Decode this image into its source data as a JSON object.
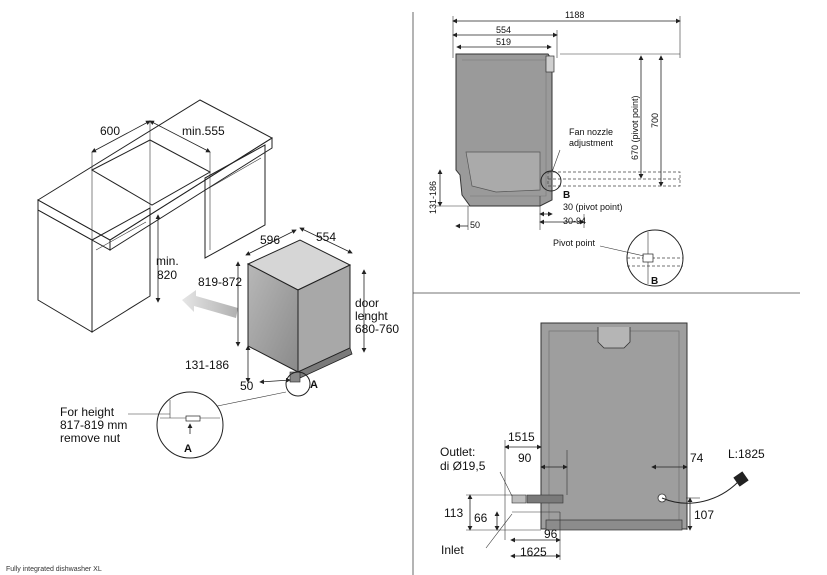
{
  "left": {
    "d600": "600",
    "dmin555": "min.555",
    "dmin": "min.",
    "d820": "820",
    "d596": "596",
    "d554": "554",
    "d819": "819-872",
    "door1": "door",
    "door2": "lenght",
    "door3": "680-760",
    "d131": "131-186",
    "d50": "50",
    "markA": "A",
    "note1": "For height",
    "note2": "817-819 mm",
    "note3": "remove nut",
    "detailA": "A"
  },
  "side": {
    "d1188": "1188",
    "d554": "554",
    "d519": "519",
    "d670": "670 (pivot point)",
    "d700": "700",
    "fan1": "Fan nozzle",
    "fan2": "adjustment",
    "d131": "131-186",
    "markB": "B",
    "d30": "30 (pivot point)",
    "d50": "50",
    "d3094": "30-94",
    "pivot": "Pivot point",
    "detailB": "B"
  },
  "front": {
    "outlet1": "Outlet:",
    "outlet2": "di Ø19,5",
    "d1515": "1515",
    "d90": "90",
    "d74": "74",
    "dL": "L:1825",
    "d113": "113",
    "d66": "66",
    "d96": "96",
    "d107": "107",
    "inlet": "Inlet",
    "d1625": "1625"
  },
  "footer": "Fully integrated dishwasher XL"
}
